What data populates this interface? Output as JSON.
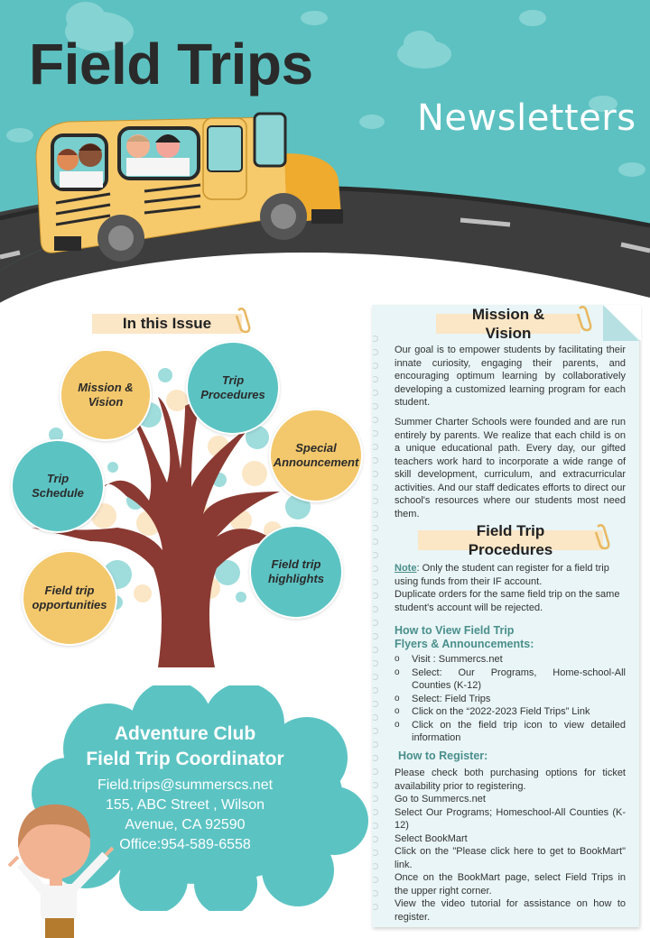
{
  "header": {
    "title": "Field Trips",
    "subtitle": "Newsletters"
  },
  "in_this_issue": {
    "heading": "In this Issue",
    "topics": [
      {
        "label_line1": "Mission &",
        "label_line2": "Vision",
        "color": "#f3c76b"
      },
      {
        "label_line1": "Trip",
        "label_line2": "Procedures",
        "color": "#5cc3c3"
      },
      {
        "label_line1": "Special",
        "label_line2": "Announcement",
        "color": "#f3c76b"
      },
      {
        "label_line1": "Trip",
        "label_line2": "Schedule",
        "color": "#5cc3c3"
      },
      {
        "label_line1": "Field trip",
        "label_line2": "highlights",
        "color": "#5cc3c3"
      },
      {
        "label_line1": "Field trip",
        "label_line2": "opportunities",
        "color": "#f3c76b"
      }
    ]
  },
  "contact": {
    "heading_line1": "Adventure Club",
    "heading_line2": "Field Trip Coordinator",
    "email": "Field.trips@summerscs.net",
    "address_line1": "155, ABC Street , Wilson",
    "address_line2": "Avenue, CA 92590",
    "phone": "Office:954-589-6558"
  },
  "mission": {
    "heading_line1": "Mission &",
    "heading_line2": "Vision",
    "paragraph1": "Our goal is to empower students by facilitating their innate curiosity, engaging their parents, and encouraging optimum learning by collaboratively developing a customized learning program for each student.",
    "paragraph2": "Summer Charter Schools were founded and are run entirely by parents. We realize that each child is on a unique educational path. Every day, our gifted teachers work hard to incorporate a wide range of skill development, curriculum, and extracurricular activities. And our staff dedicates efforts to direct our school's resources where our students most need them."
  },
  "procedures": {
    "heading_line1": "Field Trip",
    "heading_line2": "Procedures",
    "note_label": "Note",
    "note_text": ": Only the student can register for a field trip using funds from their IF account.",
    "duplicate_text": "Duplicate orders for the same field trip on the same student's account will be rejected.",
    "view_heading_line1": "How to View Field Trip",
    "view_heading_line2": "Flyers & Announcements:",
    "view_steps": [
      "Visit : Summercs.net",
      "Select: Our Programs, Home-school-All Counties (K-12)",
      "Select: Field Trips",
      "Click on the “2022-2023 Field Trips” Link",
      "Click on the field trip icon to view detailed information"
    ],
    "register_heading": "How to Register:",
    "register_steps": [
      "Please check both purchasing options for ticket availability prior to registering.",
      "Go to Summercs.net",
      "Select Our Programs; Homeschool-All Counties (K-12)",
      "Select BookMart",
      "Click on the \"Please click here to get to BookMart\" link.",
      "Once on the BookMart page, select Field Trips in the upper right corner.",
      "View the video tutorial for assistance on how to register."
    ]
  },
  "colors": {
    "sky": "#5dc1c1",
    "road": "#3d3d3d",
    "bus": "#f6c96b",
    "tag": "#fbe6c6",
    "teal_text": "#4a8f8c",
    "trunk": "#8a3a32"
  }
}
